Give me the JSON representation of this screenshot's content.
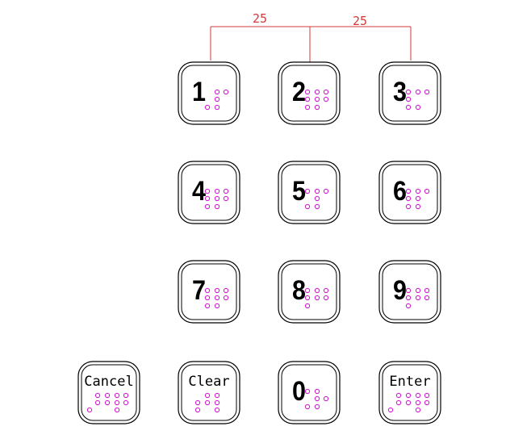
{
  "dimensions": [
    {
      "label": "25"
    },
    {
      "label": "25"
    }
  ],
  "keys": [
    {
      "id": "1",
      "label": "1",
      "kind": "digit"
    },
    {
      "id": "2",
      "label": "2",
      "kind": "digit"
    },
    {
      "id": "3",
      "label": "3",
      "kind": "digit"
    },
    {
      "id": "4",
      "label": "4",
      "kind": "digit"
    },
    {
      "id": "5",
      "label": "5",
      "kind": "digit"
    },
    {
      "id": "6",
      "label": "6",
      "kind": "digit"
    },
    {
      "id": "7",
      "label": "7",
      "kind": "digit"
    },
    {
      "id": "8",
      "label": "8",
      "kind": "digit"
    },
    {
      "id": "9",
      "label": "9",
      "kind": "digit"
    },
    {
      "id": "cancel",
      "label": "Cancel",
      "kind": "word"
    },
    {
      "id": "clear",
      "label": "Clear",
      "kind": "word"
    },
    {
      "id": "0",
      "label": "0",
      "kind": "digit"
    },
    {
      "id": "enter",
      "label": "Enter",
      "kind": "word"
    }
  ],
  "colors": {
    "dimension": "#d23a3a",
    "braille": "#d21fd2",
    "outline": "#000000"
  }
}
